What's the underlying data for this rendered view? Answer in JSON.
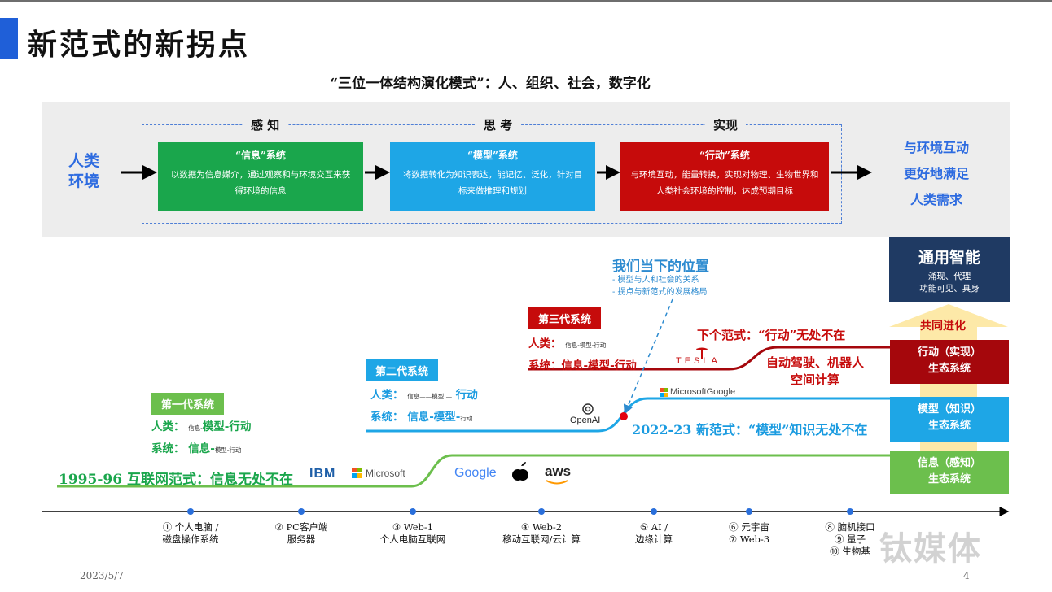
{
  "title": "新范式的新拐点",
  "subtitle": "“三位一体结构演化模式”：人、组织、社会，数字化",
  "stages": [
    "感 知",
    "思 考",
    "实现"
  ],
  "input": [
    "人类",
    "环境"
  ],
  "output": [
    "与环境互动",
    "更好地满足",
    "人类需求"
  ],
  "systems": [
    {
      "name": "“信息”系统",
      "desc": "以数据为信息媒介，通过观察和与环境交互来获得环境的信息",
      "color": "#1aa64c"
    },
    {
      "name": "“模型”系统",
      "desc": "将数据转化为知识表达，能记忆、泛化，针对目标来做推理和规划",
      "color": "#1ea6e6"
    },
    {
      "name": "“行动”系统",
      "desc": "与环境互动，能量转换，实现对物理、生物世界和人类社会环境的控制，达成预期目标",
      "color": "#c60b0b"
    }
  ],
  "generations": [
    {
      "label": "第一代系统",
      "human": "人类：",
      "human_small": "信息-",
      "human_big": "模型-行动",
      "system": "系统：",
      "system_big": "信息-",
      "system_small": "模型-行动"
    },
    {
      "label": "第二代系统",
      "human": "人类：",
      "human_small": "信息——模型 —",
      "human_big": "行动",
      "system": "系统：",
      "system_big": "信息-模型-",
      "system_small": "行动"
    },
    {
      "label": "第三代系统",
      "human": "人类：",
      "human_small": "信息-模型-行动",
      "system": "系统：信息-模型-行动"
    }
  ],
  "paradigms": {
    "p1": "1995-96 互联网范式：信息无处不在",
    "p2": "2022-23 新范式：“模型”知识无处不在",
    "p3": "下个范式：“行动”无处不在",
    "p3_detail": [
      "自动驾驶、机器人",
      "空间计算"
    ]
  },
  "current_position": {
    "title": "我们当下的位置",
    "bullets": [
      "- 模型与人和社会的关系",
      "- 拐点与新范式的发展格局"
    ]
  },
  "agi": {
    "title": "通用智能",
    "lines": [
      "涌现、代理",
      "功能可见、具身"
    ]
  },
  "co_evolve": "共同进化",
  "ecosystems": [
    {
      "line1": "行动（实现）",
      "line2": "生态系统",
      "color": "#a5070c"
    },
    {
      "line1": "模型（知识）",
      "line2": "生态系统",
      "color": "#1ea6e6"
    },
    {
      "line1": "信息（感知）",
      "line2": "生态系统",
      "color": "#6cbf4d"
    }
  ],
  "logos": {
    "ibm": "IBM",
    "microsoft": "Microsoft",
    "google": "Google",
    "aws": "aws",
    "openai": "OpenAI",
    "tesla": "TESLA",
    "ms_google": "MicrosoftGoogle"
  },
  "timeline": [
    {
      "l1": "① 个人电脑 /",
      "l2": "磁盘操作系统"
    },
    {
      "l1": "② PC客户端",
      "l2": "服务器"
    },
    {
      "l1": "③ Web-1",
      "l2": "个人电脑互联网"
    },
    {
      "l1": "④ Web-2",
      "l2": "移动互联网/云计算"
    },
    {
      "l1": "⑤ AI /",
      "l2": "边缘计算"
    },
    {
      "l1": "⑥ 元宇宙",
      "l2": "⑦ Web-3"
    },
    {
      "l1": "⑧ 脑机接口",
      "l2": "⑨ 量子",
      "l3": "⑩ 生物基"
    }
  ],
  "footer": {
    "date": "2023/5/7",
    "page": "4"
  },
  "watermark": "钛媒体"
}
